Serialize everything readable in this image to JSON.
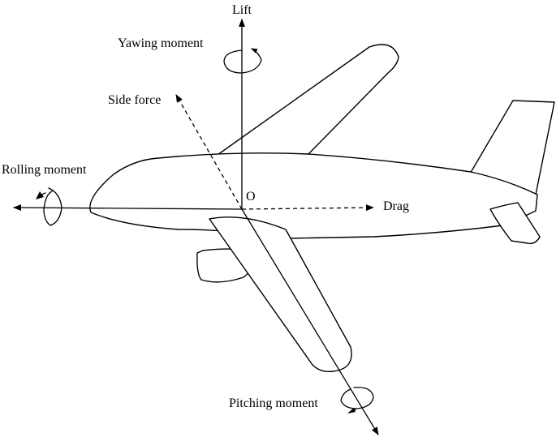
{
  "labels": {
    "lift": "Lift",
    "yawing_moment": "Yawing moment",
    "side_force": "Side force",
    "rolling_moment": "Rolling moment",
    "origin": "O",
    "drag": "Drag",
    "pitching_moment": "Pitching moment"
  },
  "colors": {
    "ink": "#000000",
    "background": "#ffffff"
  }
}
